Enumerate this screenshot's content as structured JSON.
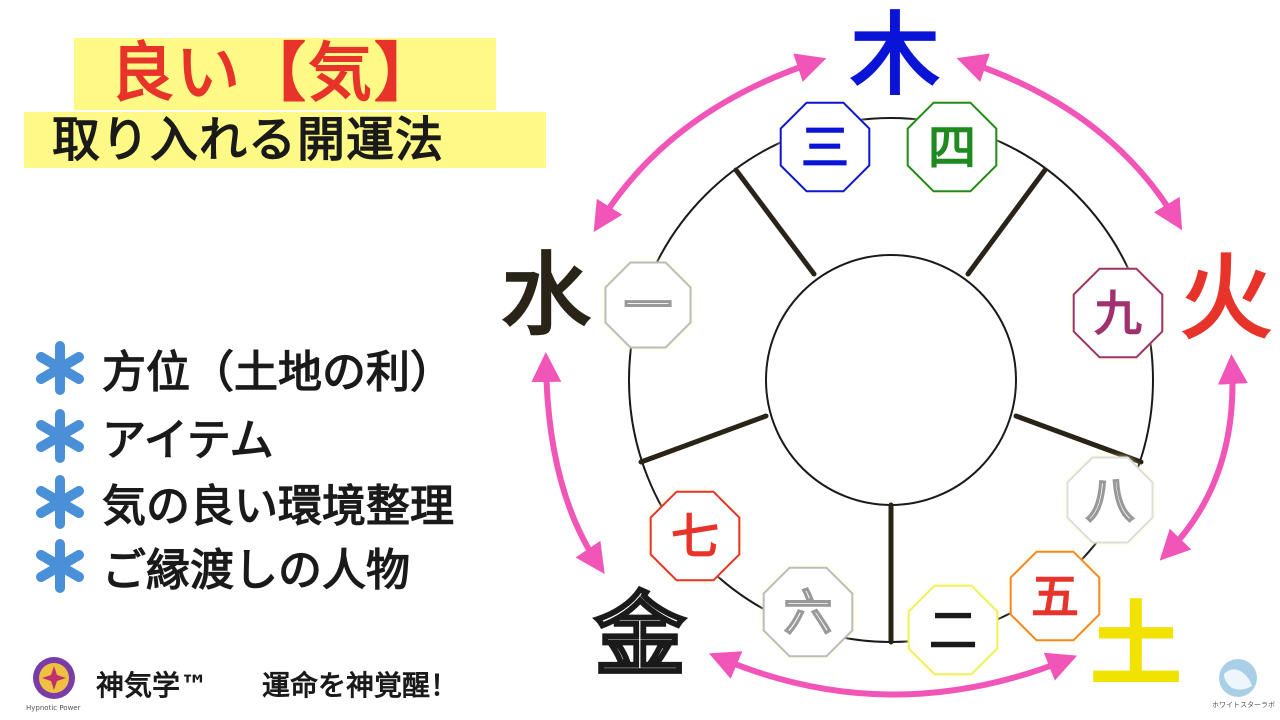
{
  "title": {
    "line1": "良い【気】",
    "line2": "取り入れる開運法"
  },
  "bullets": [
    {
      "icon": "asterisk-icon",
      "label": "方位（土地の利）"
    },
    {
      "icon": "asterisk-icon",
      "label": "アイテム"
    },
    {
      "icon": "asterisk-icon",
      "label": "気の良い環境整理"
    },
    {
      "icon": "asterisk-icon",
      "label": "ご縁渡しの人物"
    }
  ],
  "elements": {
    "wood": {
      "label": "木",
      "color": "#0a14d6"
    },
    "fire": {
      "label": "火",
      "color": "#e8332a"
    },
    "earth": {
      "label": "土",
      "color": "#f2e200"
    },
    "metal": {
      "label": "金",
      "color": "#ffffff"
    },
    "water": {
      "label": "水",
      "color": "#2a2418"
    }
  },
  "stars": {
    "s1": {
      "label": "一",
      "color": "#ffffff"
    },
    "s2": {
      "label": "二",
      "color": "#1a1a1a"
    },
    "s3": {
      "label": "三",
      "color": "#0a14d6"
    },
    "s4": {
      "label": "四",
      "color": "#1f8a1f"
    },
    "s5": {
      "label": "五",
      "color": "#e8332a"
    },
    "s6": {
      "label": "六",
      "color": "#ffffff"
    },
    "s7": {
      "label": "七",
      "color": "#e8332a"
    },
    "s8": {
      "label": "八",
      "color": "#ffffff"
    },
    "s9": {
      "label": "九",
      "color": "#a0306e"
    }
  },
  "colors": {
    "title_bg": "#fffa86",
    "arrow": "#f255b8",
    "asterisk": "#4a90d9"
  },
  "footer": {
    "brand": "神気学™",
    "slogan": "運命を神覚醒！",
    "left_logo_text": "Hypnotic Power",
    "right_logo_text": "ホワイトスターラボ"
  }
}
